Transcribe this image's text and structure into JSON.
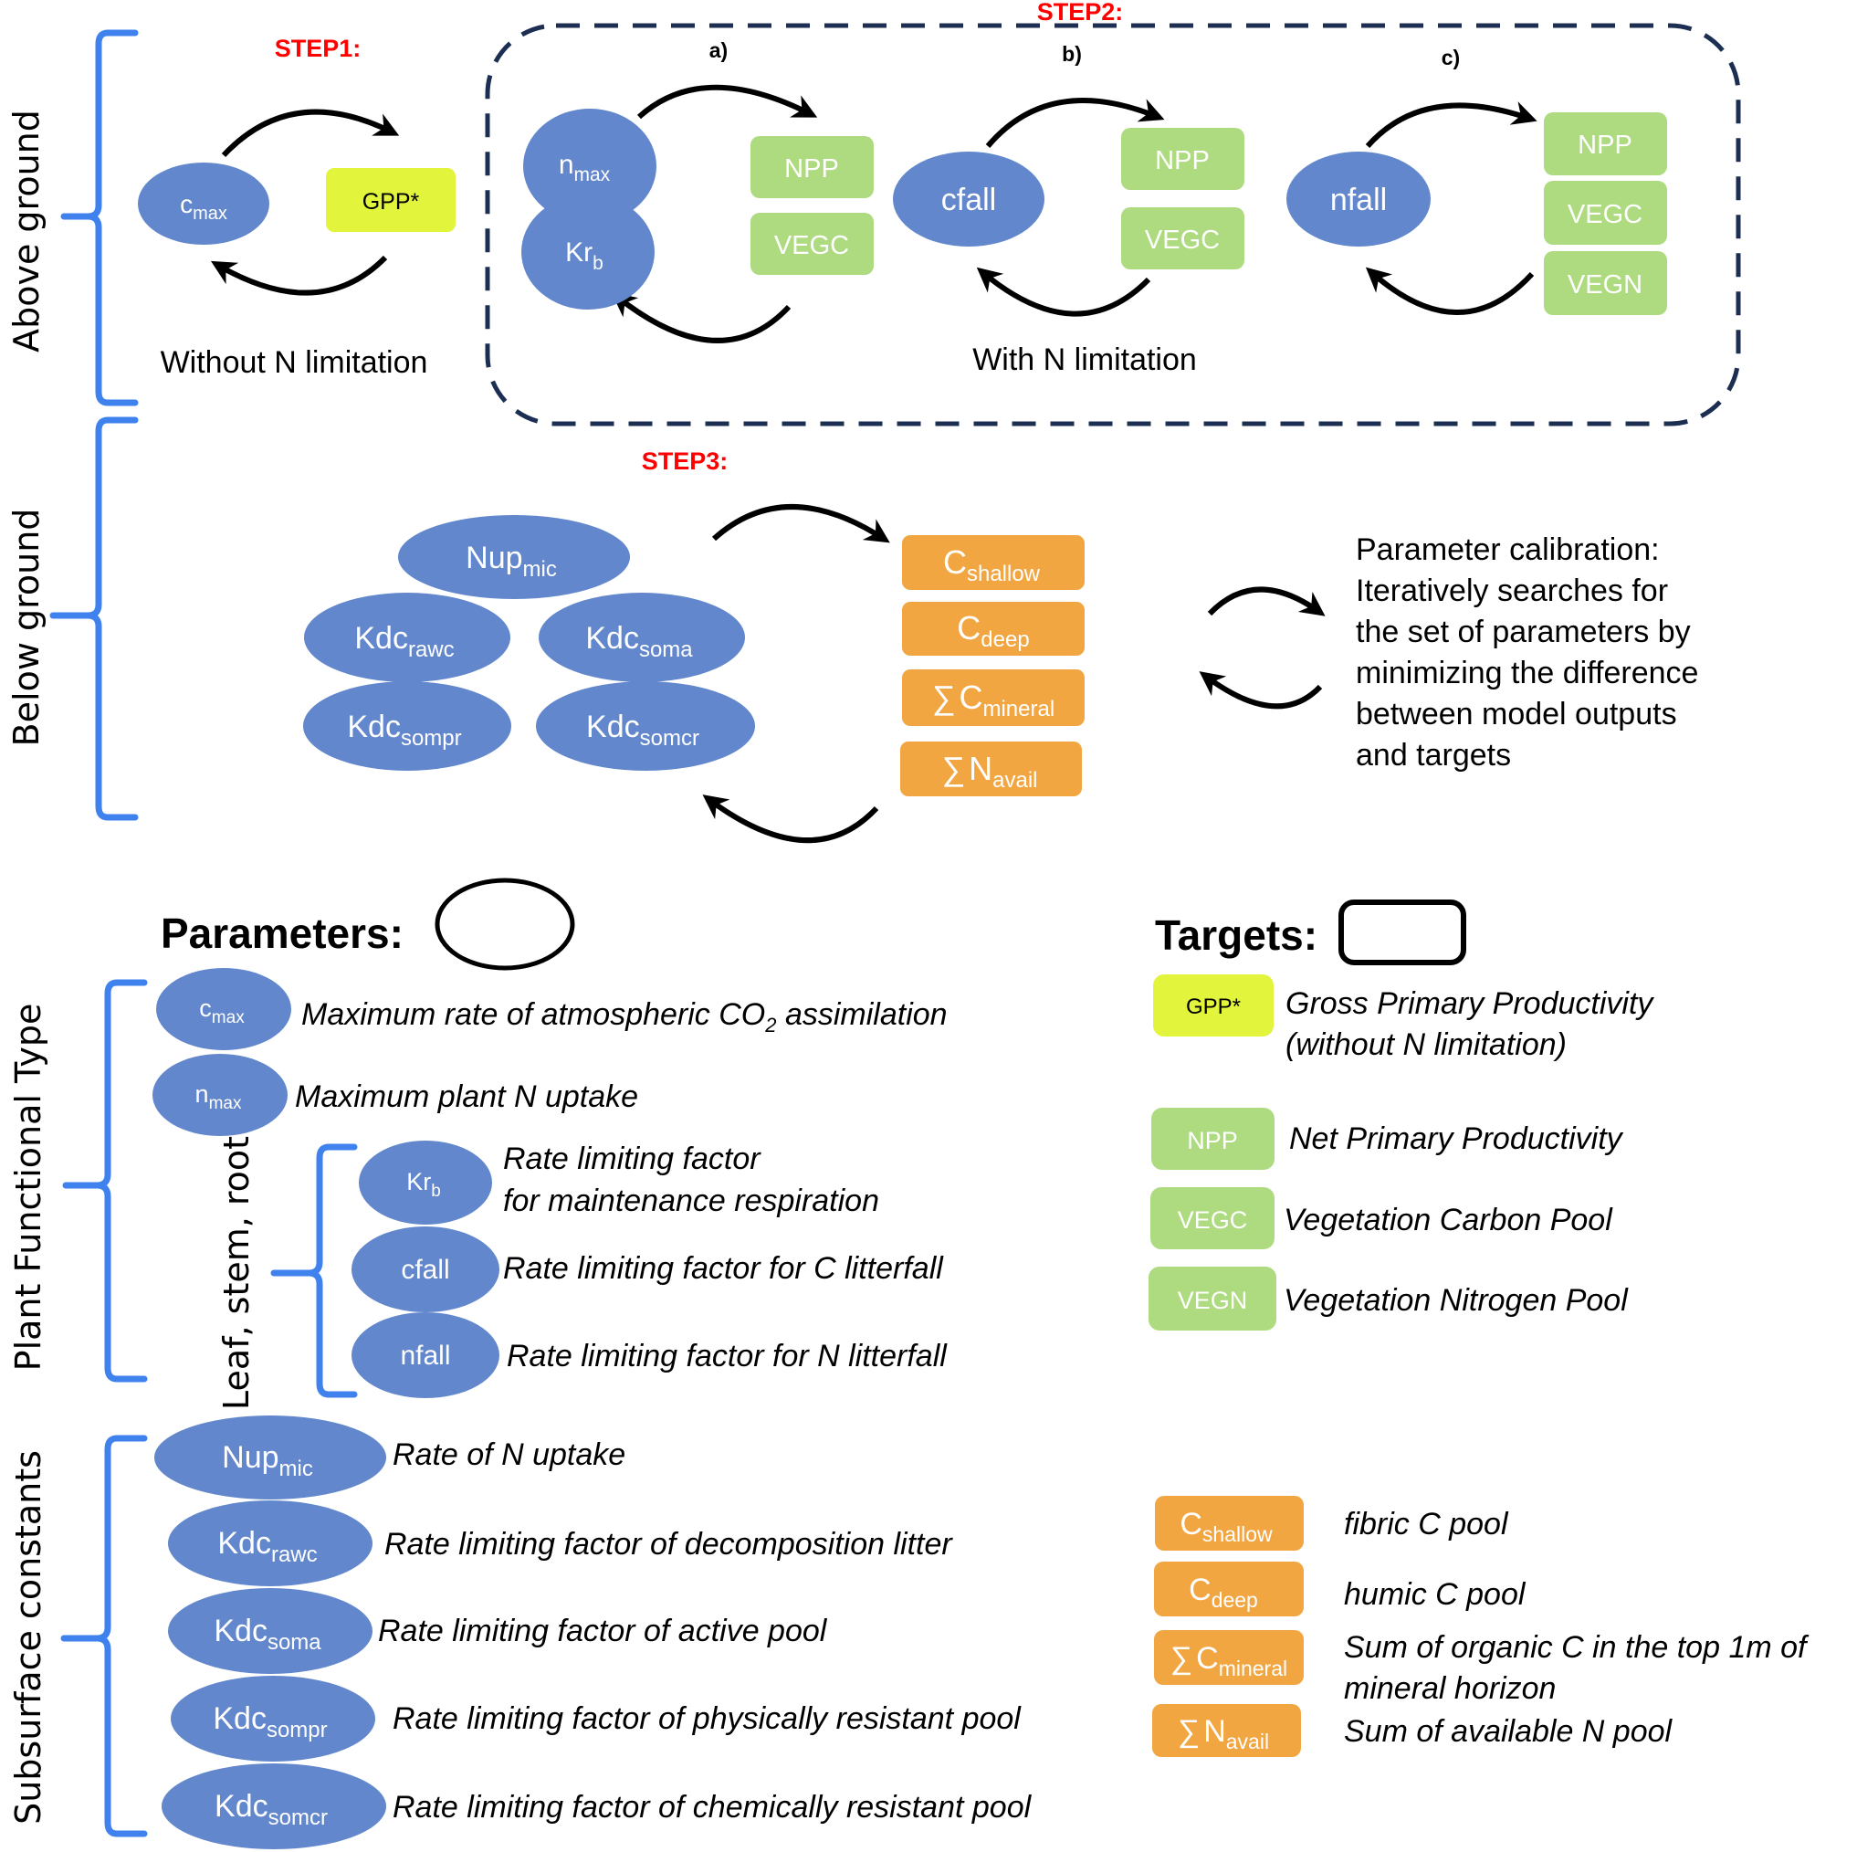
{
  "colors": {
    "parameter": "#6287cc",
    "target_vegetation": "#aedb80",
    "target_gpp": "#e2f43c",
    "target_soil": "#f2a641",
    "step_label": "#ff0000",
    "brace": "#3f82ee",
    "dashed_box": "#1c2e52"
  },
  "section_labels": {
    "above_ground": "Above ground",
    "below_ground": "Below ground",
    "plant_functional_type": "Plant Functional Type",
    "leaf_stem_root": "Leaf, stem, root",
    "subsurface_constants": "Subsurface constants"
  },
  "step1": {
    "label": "STEP1:",
    "caption": "Without N limitation",
    "parameters": [
      {
        "base": "c",
        "sub": "max"
      }
    ],
    "targets": [
      {
        "base": "GPP*",
        "sub": ""
      }
    ]
  },
  "step2": {
    "label": "STEP2:",
    "caption": "With N limitation",
    "panels": [
      {
        "letter": "a)",
        "parameters": [
          {
            "base": "n",
            "sub": "max"
          },
          {
            "base": "Kr",
            "sub": "b"
          }
        ],
        "targets": [
          "NPP",
          "VEGC"
        ]
      },
      {
        "letter": "b)",
        "parameters": [
          {
            "base": "cfall",
            "sub": ""
          }
        ],
        "targets": [
          "NPP",
          "VEGC"
        ]
      },
      {
        "letter": "c)",
        "parameters": [
          {
            "base": "nfall",
            "sub": ""
          }
        ],
        "targets": [
          "NPP",
          "VEGC",
          "VEGN"
        ]
      }
    ]
  },
  "step3": {
    "label": "STEP3:",
    "parameters": [
      {
        "base": "Nup",
        "sub": "mic"
      },
      {
        "base": "Kdc",
        "sub": "rawc"
      },
      {
        "base": "Kdc",
        "sub": "soma"
      },
      {
        "base": "Kdc",
        "sub": "sompr"
      },
      {
        "base": "Kdc",
        "sub": "somcr"
      }
    ],
    "targets": [
      {
        "prefix": "",
        "base": "C",
        "sub": "shallow"
      },
      {
        "prefix": "∑",
        "base": "C",
        "sub": "deep"
      },
      {
        "prefix": "∑",
        "base": "C",
        "sub": "mineral"
      },
      {
        "prefix": "∑",
        "base": "N",
        "sub": "avail"
      }
    ]
  },
  "calibration": {
    "lines": [
      "Parameter calibration:",
      "Iteratively searches for",
      "the set of parameters by",
      "minimizing the difference",
      "between model outputs",
      "and targets"
    ]
  },
  "legend": {
    "parameters_title": "Parameters:",
    "targets_title": "Targets:",
    "parameters": [
      {
        "base": "c",
        "sub": "max",
        "desc": "Maximum rate of atmospheric CO",
        "desc_sub": "2",
        "desc_tail": " assimilation"
      },
      {
        "base": "n",
        "sub": "max",
        "desc": "Maximum plant N uptake"
      },
      {
        "base": "Kr",
        "sub": "b",
        "desc": "Rate limiting factor",
        "desc_line2": "for maintenance respiration"
      },
      {
        "base": "cfall",
        "sub": "",
        "desc": "Rate limiting factor for C litterfall"
      },
      {
        "base": "nfall",
        "sub": "",
        "desc": "Rate limiting factor for N litterfall"
      },
      {
        "base": "Nup",
        "sub": "mic",
        "desc": "Rate of N uptake"
      },
      {
        "base": "Kdc",
        "sub": "rawc",
        "desc": "Rate limiting factor of decomposition litter"
      },
      {
        "base": "Kdc",
        "sub": "soma",
        "desc": "Rate limiting factor of active pool"
      },
      {
        "base": "Kdc",
        "sub": "sompr",
        "desc": "Rate limiting factor of physically resistant pool"
      },
      {
        "base": "Kdc",
        "sub": "somcr",
        "desc": "Rate limiting factor of chemically resistant pool"
      }
    ],
    "targets": [
      {
        "label": "GPP*",
        "desc": "Gross Primary Productivity",
        "desc_line2": "(without N limitation)"
      },
      {
        "label": "NPP",
        "desc": "Net Primary Productivity"
      },
      {
        "label": "VEGC",
        "desc": "Vegetation Carbon Pool"
      },
      {
        "label": "VEGN",
        "desc": "Vegetation Nitrogen Pool"
      },
      {
        "prefix": "",
        "base": "C",
        "sub": "shallow",
        "desc": "fibric C pool"
      },
      {
        "prefix": "",
        "base": "C",
        "sub": "deep",
        "desc": "humic C pool"
      },
      {
        "prefix": "∑",
        "base": "C",
        "sub": "mineral",
        "desc": "Sum of organic C in the top 1m of",
        "desc_line2": "mineral horizon"
      },
      {
        "prefix": "∑",
        "base": "N",
        "sub": "avail",
        "desc": "Sum of available N pool"
      }
    ]
  }
}
